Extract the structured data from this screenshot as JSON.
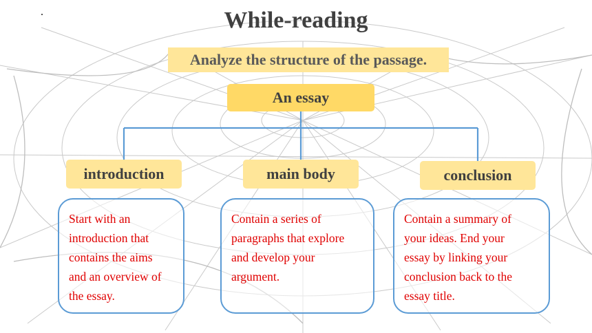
{
  "slide": {
    "title": "While-reading",
    "subtitle": "Analyze the structure of the passage."
  },
  "diagram": {
    "root": {
      "label": "An essay"
    },
    "nodes": [
      {
        "label": "introduction",
        "description_lines": [
          "Start with an",
          "introduction that",
          "contains the aims",
          "and an overview of",
          "the essay."
        ]
      },
      {
        "label": "main body",
        "description_lines": [
          "Contain a series of",
          "paragraphs that explore",
          "and develop your",
          "argument."
        ]
      },
      {
        "label": "conclusion",
        "description_lines": [
          "Contain a summary of",
          "your ideas. End your",
          "essay by linking your",
          "conclusion back to the",
          "essay title."
        ]
      }
    ]
  },
  "colors": {
    "title": "#404040",
    "highlight": "#ffe699",
    "root_fill": "#ffd966",
    "connector": "#5b9bd5",
    "description_text": "#e00000"
  }
}
